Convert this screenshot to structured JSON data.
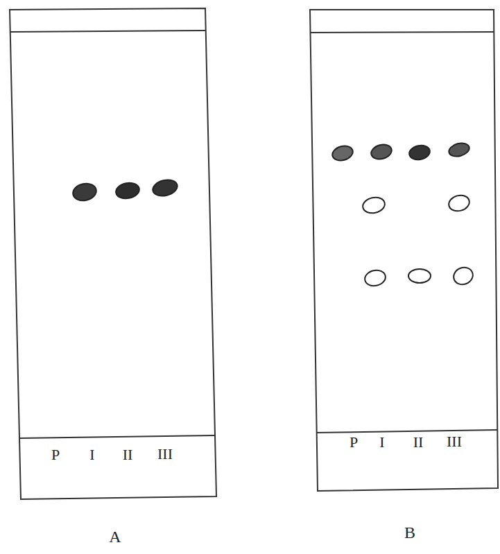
{
  "diagram": {
    "labels": [
      "P",
      "I",
      "II",
      "III",
      "A",
      "P",
      "I",
      "II",
      "III",
      "B"
    ]
  }
}
